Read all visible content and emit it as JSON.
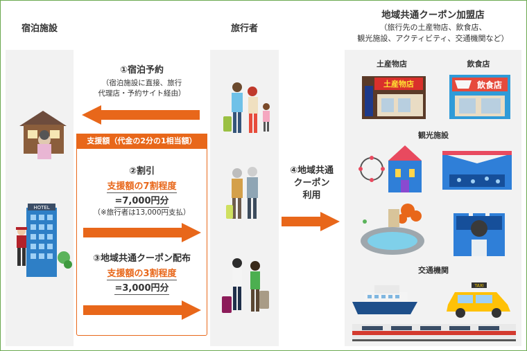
{
  "headers": {
    "lodging": "宿泊施設",
    "traveler": "旅行者",
    "member_stores": "地域共通クーポン加盟店",
    "member_stores_note_1": "（旅行先の土産物店、飲食店、",
    "member_stores_note_2": "観光施設、アクティビティ、交通機関など）"
  },
  "step1": {
    "title": "①宿泊予約",
    "note_1": "（宿泊施設に直接、旅行",
    "note_2": "代理店・予約サイト経由）"
  },
  "support": {
    "title": "支援額（代金の2分の1相当額）"
  },
  "step2": {
    "title": "②割引",
    "highlight": "支援額の7割程度",
    "amount": "=7,000円分",
    "note": "（※旅行者は13,000円支払）"
  },
  "step3": {
    "title": "③地域共通クーポン配布",
    "highlight": "支援額の3割程度",
    "amount": "=3,000円分"
  },
  "step4": {
    "line1": "④地域共通",
    "line2": "クーポン",
    "line3": "利用"
  },
  "categories": {
    "souvenir": "土産物店",
    "restaurant": "飲食店",
    "tourism": "観光施設",
    "transport": "交通機関"
  },
  "signs": {
    "souvenir_sign": "土産物店",
    "restaurant_sign": "飲食店",
    "hotel_sign": "HOTEL",
    "taxi_sign": "TAXI"
  },
  "colors": {
    "accent": "#e8671a",
    "frame": "#6aa84f",
    "column_bg": "#f2f2f2"
  }
}
